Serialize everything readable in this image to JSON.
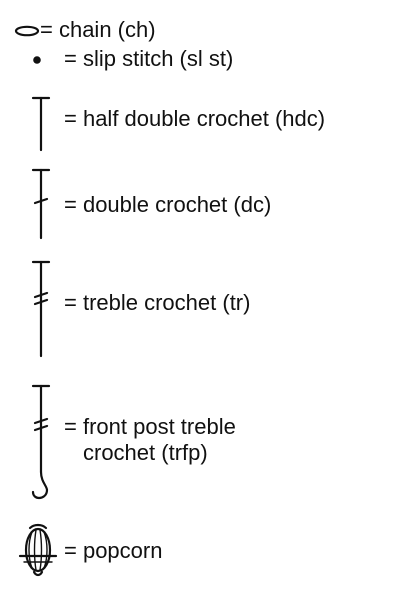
{
  "legend": {
    "chain": {
      "symbol": "chain-icon",
      "text": "= chain (ch)"
    },
    "slip_stitch": {
      "symbol": "slip-stitch-icon",
      "text": "= slip stitch (sl st)"
    },
    "hdc": {
      "symbol": "half-double-crochet-icon",
      "text": "= half double crochet (hdc)"
    },
    "dc": {
      "symbol": "double-crochet-icon",
      "text": "= double crochet (dc)"
    },
    "tr": {
      "symbol": "treble-crochet-icon",
      "text": "= treble crochet (tr)"
    },
    "trfp": {
      "symbol": "front-post-treble-crochet-icon",
      "text_line1": "= front post treble",
      "text_line2": "crochet (trfp)"
    },
    "popcorn": {
      "symbol": "popcorn-icon",
      "text": "= popcorn"
    }
  },
  "colors": {
    "ink": "#111111",
    "background": "#ffffff"
  }
}
